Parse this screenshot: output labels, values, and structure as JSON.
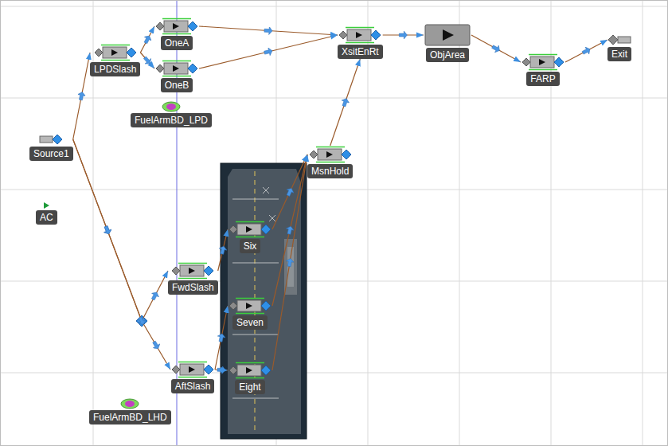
{
  "diagram": {
    "nodes": [
      {
        "text": [
          "Source1"
        ]
      },
      {
        "text": [
          "LPDSlash"
        ]
      },
      {
        "text": [
          "OneA"
        ]
      },
      {
        "text": [
          "OneB"
        ]
      },
      {
        "text": [
          "XsitEnRt"
        ]
      },
      {
        "text": [
          "ObjArea"
        ]
      },
      {
        "text": [
          "FARP"
        ]
      },
      {
        "text": [
          "Exit"
        ]
      },
      {
        "text": [
          "FuelArmBD_LPD"
        ]
      },
      {
        "text": [
          "AC"
        ]
      },
      {
        "text": [
          "MsnHold"
        ]
      },
      {
        "text": [
          "Six"
        ]
      },
      {
        "text": [
          "FwdSlash"
        ]
      },
      {
        "text": [
          "Seven"
        ]
      },
      {
        "text": [
          "AftSlash"
        ]
      },
      {
        "text": [
          "Eight"
        ]
      },
      {
        "text": [
          "FuelArmBD_LHD"
        ]
      }
    ],
    "edges": [
      {
        "from": 0,
        "to": 1,
        "arrow": "to"
      },
      {
        "from": 1,
        "to": 2,
        "arrow": "to"
      },
      {
        "from": 1,
        "to": 3,
        "arrow": "to"
      },
      {
        "from": 2,
        "to": 4,
        "arrow": "to"
      },
      {
        "from": 3,
        "to": 4,
        "arrow": "to"
      },
      {
        "from": 0,
        "to": 12,
        "arrow": "to"
      },
      {
        "from": 0,
        "to": 14,
        "arrow": "to"
      },
      {
        "from": 12,
        "to": 11,
        "arrow": "to"
      },
      {
        "from": 14,
        "to": 13,
        "arrow": "to"
      },
      {
        "from": 14,
        "to": 15,
        "arrow": "to"
      },
      {
        "from": 11,
        "to": 10,
        "arrow": "to"
      },
      {
        "from": 13,
        "to": 10,
        "arrow": "to"
      },
      {
        "from": 15,
        "to": 10,
        "arrow": "to"
      },
      {
        "from": 10,
        "to": 4,
        "arrow": "to"
      },
      {
        "from": 4,
        "to": 5,
        "arrow": "to"
      },
      {
        "from": 5,
        "to": 6,
        "arrow": "to"
      },
      {
        "from": 6,
        "to": 7,
        "arrow": "to"
      }
    ]
  }
}
